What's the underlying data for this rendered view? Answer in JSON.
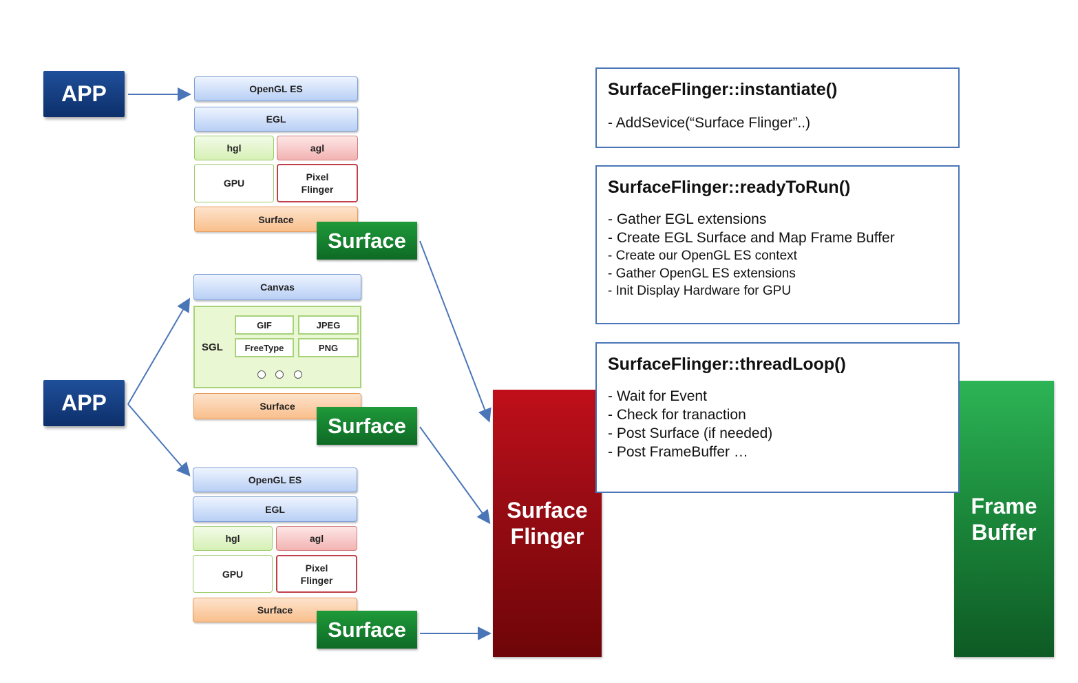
{
  "apps": [
    "APP",
    "APP"
  ],
  "stack1": {
    "opengl": "OpenGL ES",
    "egl": "EGL",
    "hgl": "hgl",
    "agl": "agl",
    "gpu": "GPU",
    "pixel": "Pixel Flinger",
    "surface": "Surface"
  },
  "stack2": {
    "canvas": "Canvas",
    "sgl": "SGL",
    "gif": "GIF",
    "jpeg": "JPEG",
    "freetype": "FreeType",
    "png": "PNG",
    "surface": "Surface"
  },
  "stack3": {
    "opengl": "OpenGL ES",
    "egl": "EGL",
    "hgl": "hgl",
    "agl": "agl",
    "gpu": "GPU",
    "pixel": "Pixel Flinger",
    "surface": "Surface"
  },
  "surface_labels": [
    "Surface",
    "Surface",
    "Surface"
  ],
  "surface_flinger": "Surface Flinger",
  "frame_buffer": "Frame Buffer",
  "info": [
    {
      "title": "SurfaceFlinger::instantiate()",
      "lines": [
        "-  AddSevice(“Surface Flinger”..)"
      ]
    },
    {
      "title": "SurfaceFlinger::readyToRun()",
      "lines": [
        "- Gather EGL extensions",
        "- Create EGL Surface and Map Frame Buffer",
        "- Create our OpenGL ES context",
        "- Gather OpenGL ES extensions",
        "- Init Display Hardware for GPU"
      ]
    },
    {
      "title": "SurfaceFlinger::threadLoop()",
      "lines": [
        "- Wait for Event",
        "- Check for tranaction",
        "- Post Surface (if needed)",
        "- Post FrameBuffer …"
      ]
    }
  ]
}
